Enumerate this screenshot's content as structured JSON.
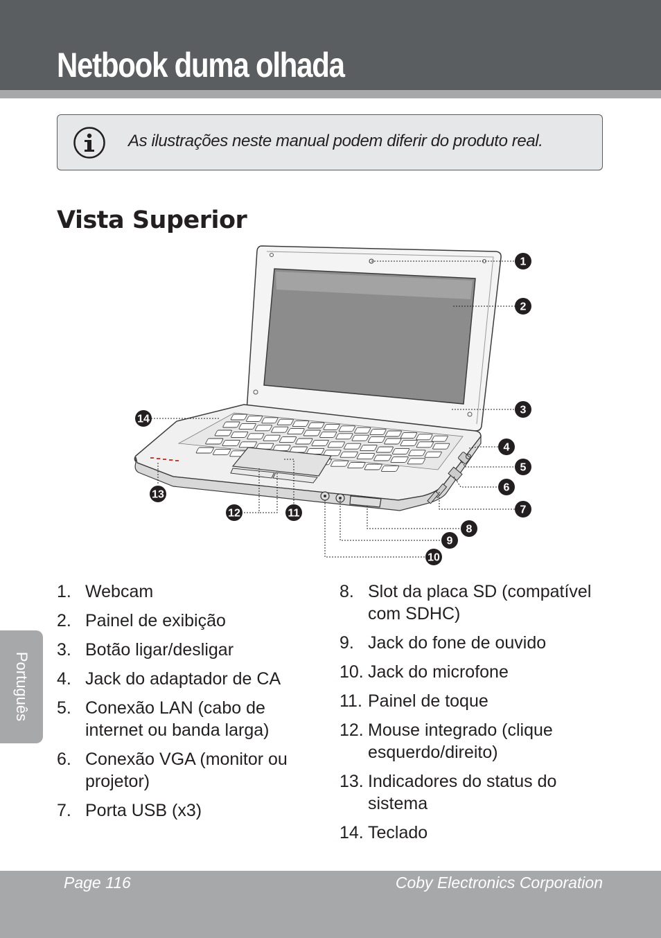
{
  "header": {
    "title": "Netbook duma olhada"
  },
  "note": {
    "icon": "info-icon",
    "text": "As ilustrações neste manual podem diferir do produto real."
  },
  "section": {
    "title": "Vista Superior"
  },
  "callouts": [
    "1",
    "2",
    "3",
    "4",
    "5",
    "6",
    "7",
    "8",
    "9",
    "10",
    "11",
    "12",
    "13",
    "14"
  ],
  "items_left": [
    {
      "num": "1.",
      "label": "Webcam"
    },
    {
      "num": "2.",
      "label": "Painel de exibição"
    },
    {
      "num": "3.",
      "label": "Botão ligar/desligar"
    },
    {
      "num": "4.",
      "label": "Jack do adaptador de CA"
    },
    {
      "num": "5.",
      "label": "Conexão LAN (cabo de internet ou banda larga)"
    },
    {
      "num": "6.",
      "label": "Conexão VGA (monitor ou projetor)"
    },
    {
      "num": "7.",
      "label": "Porta USB (x3)"
    }
  ],
  "items_right": [
    {
      "num": "8.",
      "label": "Slot da placa SD (compatível com SDHC)"
    },
    {
      "num": "9.",
      "label": "Jack do fone de ouvido"
    },
    {
      "num": "10.",
      "label": "Jack do microfone"
    },
    {
      "num": "11.",
      "label": "Painel de toque"
    },
    {
      "num": "12.",
      "label": "Mouse integrado (clique esquerdo/direito)"
    },
    {
      "num": "13.",
      "label": "Indicadores do status do sistema"
    },
    {
      "num": "14.",
      "label": "Teclado"
    }
  ],
  "side_tab": {
    "label": "Português"
  },
  "footer": {
    "page": "Page 116",
    "company": "Coby Electronics Corporation"
  },
  "colors": {
    "header": "#5b5e61",
    "stripe": "#a7a8aa",
    "note_bg": "#e6e7e8",
    "text": "#231f20",
    "indicator": "#d9342b"
  }
}
